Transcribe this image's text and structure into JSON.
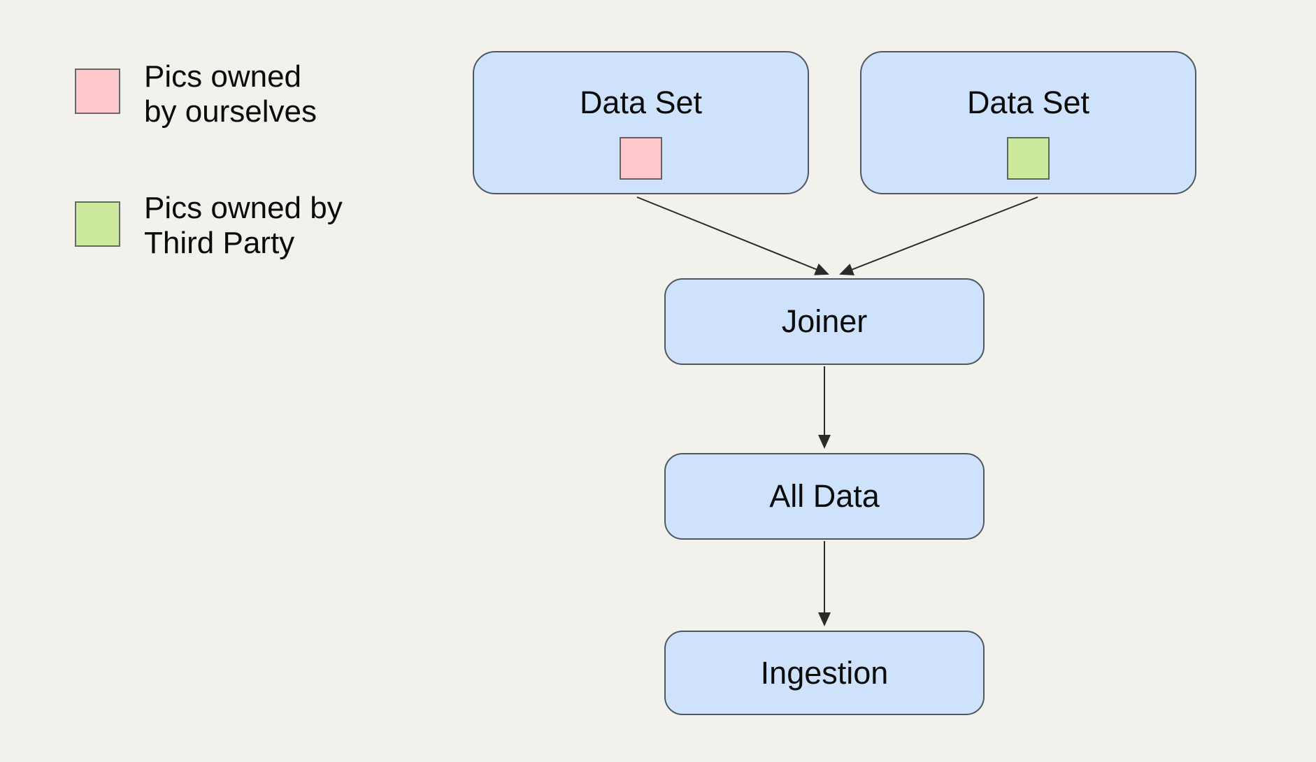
{
  "diagram": {
    "title_hint": "data-pipeline-flow",
    "background_color": "#f2f1ec",
    "node_fill_color": "#cfe2fc",
    "node_border_color": "#4e5760",
    "arrow_color": "#2a2a2a",
    "text_color": "#0b0b0b"
  },
  "legend": {
    "items": [
      {
        "line1": "Pics owned",
        "line2": "by ourselves",
        "swatch_color": "#fec9cd"
      },
      {
        "line1": "Pics owned by",
        "line2": "Third Party",
        "swatch_color": "#cde99d"
      }
    ]
  },
  "nodes": {
    "dataset_left": {
      "label": "Data Set",
      "marker_color": "#fec9cd"
    },
    "dataset_right": {
      "label": "Data Set",
      "marker_color": "#cde99d"
    },
    "joiner": {
      "label": "Joiner"
    },
    "all_data": {
      "label": "All Data"
    },
    "ingestion": {
      "label": "Ingestion"
    }
  },
  "edges": [
    {
      "from": "dataset_left",
      "to": "joiner"
    },
    {
      "from": "dataset_right",
      "to": "joiner"
    },
    {
      "from": "joiner",
      "to": "all_data"
    },
    {
      "from": "all_data",
      "to": "ingestion"
    }
  ]
}
